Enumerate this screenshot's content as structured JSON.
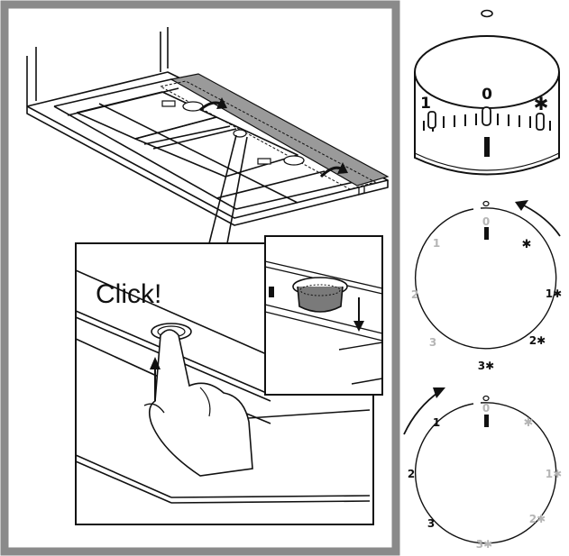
{
  "callout": {
    "click_text": "Click!"
  },
  "knob": {
    "scale": [
      "1",
      "0"
    ]
  },
  "dial_off": {
    "labels": {
      "zero": "0",
      "one": "1",
      "two": "2",
      "three": "3",
      "rinse": "✱",
      "one_rinse": "1✱",
      "two_rinse": "2✱",
      "three_rinse": "3✱"
    }
  },
  "dial_on": {
    "labels": {
      "zero": "0",
      "one": "1",
      "two": "2",
      "three": "3",
      "rinse": "✱",
      "one_rinse": "1✱",
      "two_rinse": "2✱",
      "three_rinse": "3✱"
    }
  },
  "colors": {
    "frame": "#8a8a8a",
    "line": "#111111",
    "muted": "#b5b5b5",
    "filter_strip": "#9a9a9a",
    "cup": "#7a7a7a"
  }
}
